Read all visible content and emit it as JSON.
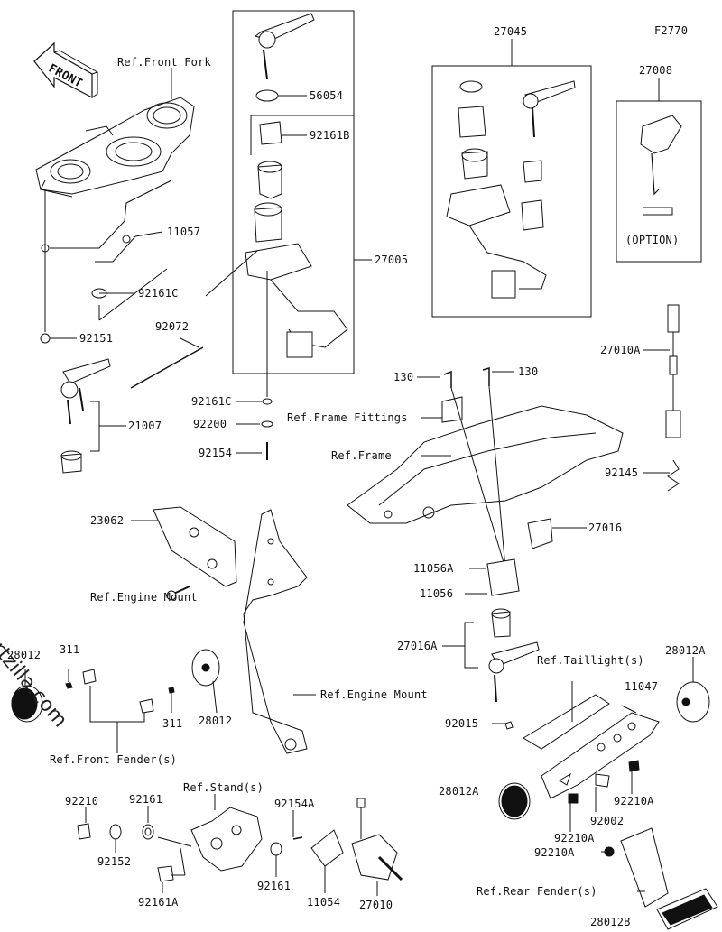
{
  "diagram": {
    "figure_code": "F2770",
    "front_arrow_label": "FRONT",
    "watermark": "© Partzilla.com",
    "option_label": "(OPTION)",
    "labels": {
      "ref_front_fork": "Ref.Front Fork",
      "p56054": "56054",
      "p92161B": "92161B",
      "p27045": "27045",
      "p27008": "27008",
      "p11057": "11057",
      "p27005": "27005",
      "p92161C_a": "92161C",
      "p92151": "92151",
      "p92072": "92072",
      "p21007": "21007",
      "p92161C_b": "92161C",
      "p92200": "92200",
      "p92154": "92154",
      "p130_a": "130",
      "p130_b": "130",
      "ref_frame_fittings": "Ref.Frame Fittings",
      "ref_frame": "Ref.Frame",
      "p27010A": "27010A",
      "p92145": "92145",
      "p23062": "23062",
      "p27016": "27016",
      "p11056A": "11056A",
      "p11056": "11056",
      "ref_engine_mount_a": "Ref.Engine Mount",
      "p27016A": "27016A",
      "p28012_a": "28012",
      "p311_a": "311",
      "p311_b": "311",
      "p28012_b": "28012",
      "ref_engine_mount_b": "Ref.Engine Mount",
      "ref_taillight": "Ref.Taillight(s)",
      "p28012A_a": "28012A",
      "p11047": "11047",
      "p92015": "92015",
      "ref_front_fender": "Ref.Front Fender(s)",
      "p28012A_b": "28012A",
      "p92002": "92002",
      "p92210A_a": "92210A",
      "p92210A_b": "92210A",
      "p92210A_c": "92210A",
      "p92210": "92210",
      "p92161_a": "92161",
      "ref_stand": "Ref.Stand(s)",
      "p92154A": "92154A",
      "p92152": "92152",
      "p92161_b": "92161",
      "p92161A": "92161A",
      "p11054": "11054",
      "p27010": "27010",
      "ref_rear_fender": "Ref.Rear Fender(s)",
      "p28012B": "28012B"
    }
  }
}
